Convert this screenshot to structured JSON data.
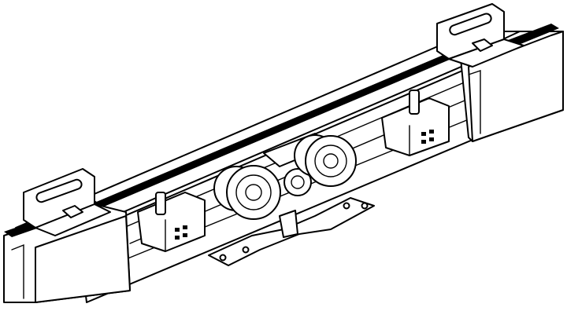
{
  "drawing": {
    "line_color": "#000000",
    "background_color": "#ffffff",
    "components": [
      "track-rail",
      "end-cap-left",
      "end-cap-right",
      "mounting-bracket-left",
      "mounting-bracket-right",
      "door-stop-left",
      "door-stop-right",
      "roller-wheels",
      "hanger-plate"
    ]
  }
}
